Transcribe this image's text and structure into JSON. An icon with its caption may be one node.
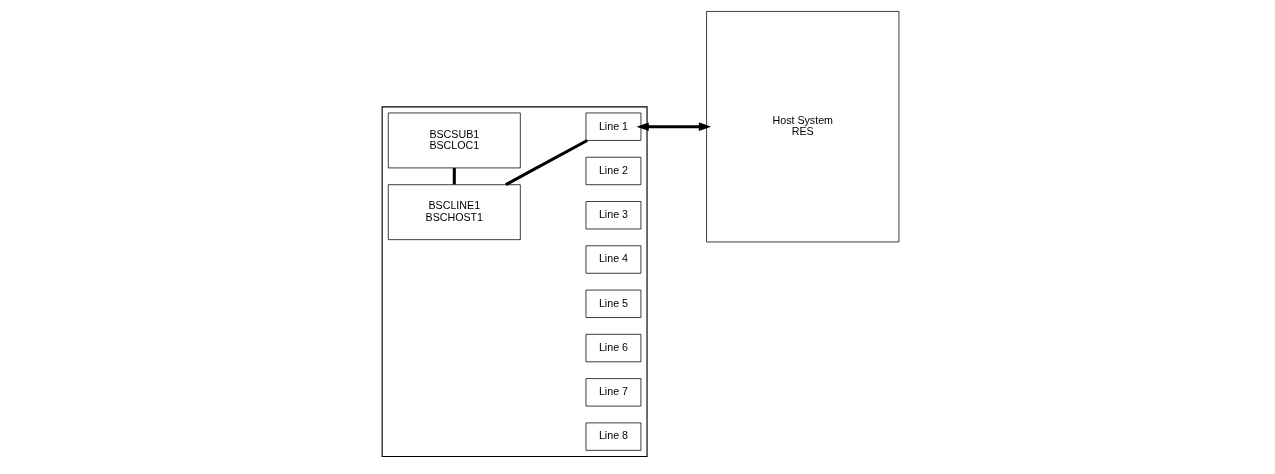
{
  "diagram": {
    "nodes": [
      {
        "text": [],
        "shape": "box"
      },
      {
        "text": [
          "BSCSUB1",
          "BSCLOC1"
        ],
        "in": 0
      },
      {
        "text": [
          "BSCLINE1",
          "BSCHOST1"
        ],
        "in": 0
      },
      {
        "text": [
          "Line 1"
        ],
        "in": 0
      },
      {
        "text": [
          "Line 2"
        ],
        "in": 0
      },
      {
        "text": [
          "Line 3"
        ],
        "in": 0
      },
      {
        "text": [
          "Line 4"
        ],
        "in": 0
      },
      {
        "text": [
          "Line 5"
        ],
        "in": 0
      },
      {
        "text": [
          "Line 6"
        ],
        "in": 0
      },
      {
        "text": [
          "Line 7"
        ],
        "in": 0
      },
      {
        "text": [
          "Line 8"
        ],
        "in": 0
      },
      {
        "text": [
          "Host System",
          "RES"
        ]
      }
    ],
    "edges": [
      {
        "from": 1,
        "to": 2,
        "arrow": "none"
      },
      {
        "from": 2,
        "to": 3,
        "arrow": "none"
      },
      {
        "from": 3,
        "to": 11,
        "arrow": "both"
      }
    ]
  }
}
